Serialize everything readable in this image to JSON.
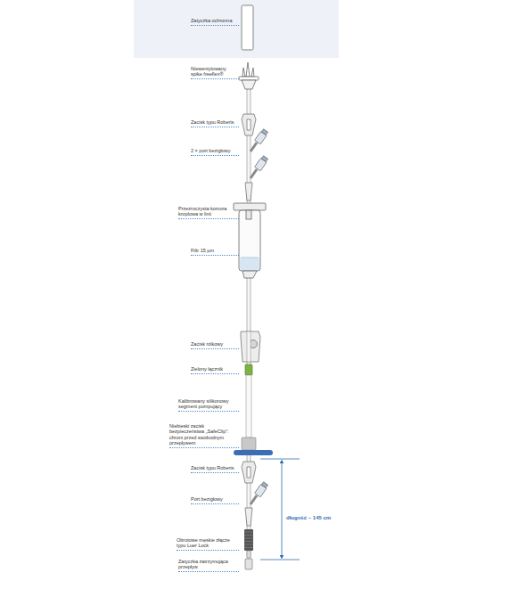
{
  "diagram": {
    "labels": [
      "Zatyczka ochronna",
      "Niewentylowany spike freeflex®",
      "Zacisk typu Roberts",
      "2 × port bezigłowy",
      "Przezroczysta komora kroplowa w linii",
      "Filtr 15 µm",
      "Zacisk rolkowy",
      "Zielony łącznik",
      "Kalibrowany silikonowy segment pompujący",
      "Niebieski zacisk bezpieczeństwa „SafeClip”: chroni przed swobodnym przepływem",
      "Zacisk typu Roberts",
      "Port bezigłowy",
      "długość ~ 145 cm",
      "Obrotowe męskie złącze typu Luer Lock",
      "Zatyczka zatrzymująca przepływ"
    ]
  }
}
